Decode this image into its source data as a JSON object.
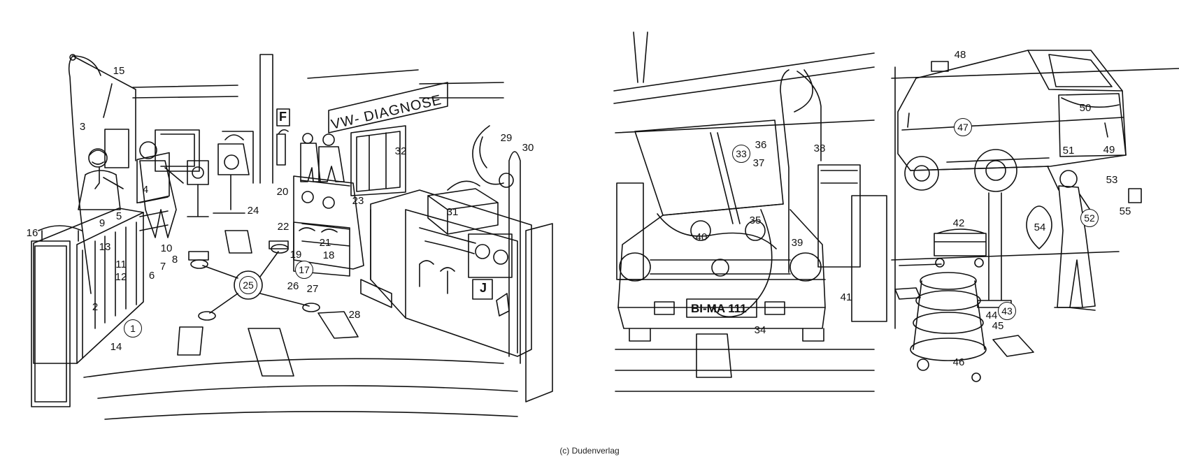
{
  "signs": {
    "diagnose": "VW- DIAGNOSE",
    "plate": "BI-MA 111",
    "fire_letter": "F",
    "tester_letter": "J"
  },
  "copyright": "(c) Dudenverlag",
  "labels": [
    {
      "text": "1",
      "circled": true
    },
    {
      "text": "2",
      "circled": false
    },
    {
      "text": "3",
      "circled": false
    },
    {
      "text": "4",
      "circled": false
    },
    {
      "text": "5",
      "circled": false
    },
    {
      "text": "6",
      "circled": false
    },
    {
      "text": "7",
      "circled": false
    },
    {
      "text": "8",
      "circled": false
    },
    {
      "text": "9",
      "circled": false
    },
    {
      "text": "10",
      "circled": false
    },
    {
      "text": "11",
      "circled": false
    },
    {
      "text": "12",
      "circled": false
    },
    {
      "text": "13",
      "circled": false
    },
    {
      "text": "14",
      "circled": false
    },
    {
      "text": "15",
      "circled": false
    },
    {
      "text": "16",
      "circled": false
    },
    {
      "text": "17",
      "circled": true
    },
    {
      "text": "18",
      "circled": false
    },
    {
      "text": "19",
      "circled": false
    },
    {
      "text": "20",
      "circled": false
    },
    {
      "text": "21",
      "circled": false
    },
    {
      "text": "22",
      "circled": false
    },
    {
      "text": "23",
      "circled": false
    },
    {
      "text": "24",
      "circled": false
    },
    {
      "text": "25",
      "circled": true
    },
    {
      "text": "26",
      "circled": false
    },
    {
      "text": "27",
      "circled": false
    },
    {
      "text": "28",
      "circled": false
    },
    {
      "text": "29",
      "circled": false
    },
    {
      "text": "30",
      "circled": false
    },
    {
      "text": "31",
      "circled": false
    },
    {
      "text": "32",
      "circled": false
    },
    {
      "text": "33",
      "circled": true
    },
    {
      "text": "34",
      "circled": false
    },
    {
      "text": "35",
      "circled": false
    },
    {
      "text": "36",
      "circled": false
    },
    {
      "text": "37",
      "circled": false
    },
    {
      "text": "38",
      "circled": false
    },
    {
      "text": "39",
      "circled": false
    },
    {
      "text": "40",
      "circled": false
    },
    {
      "text": "41",
      "circled": false
    },
    {
      "text": "42",
      "circled": false
    },
    {
      "text": "43",
      "circled": true
    },
    {
      "text": "44",
      "circled": false
    },
    {
      "text": "45",
      "circled": false
    },
    {
      "text": "46",
      "circled": false
    },
    {
      "text": "47",
      "circled": true
    },
    {
      "text": "48",
      "circled": false
    },
    {
      "text": "49",
      "circled": false
    },
    {
      "text": "50",
      "circled": false
    },
    {
      "text": "51",
      "circled": false
    },
    {
      "text": "52",
      "circled": true
    },
    {
      "text": "53",
      "circled": false
    },
    {
      "text": "54",
      "circled": false
    },
    {
      "text": "55",
      "circled": false
    }
  ]
}
